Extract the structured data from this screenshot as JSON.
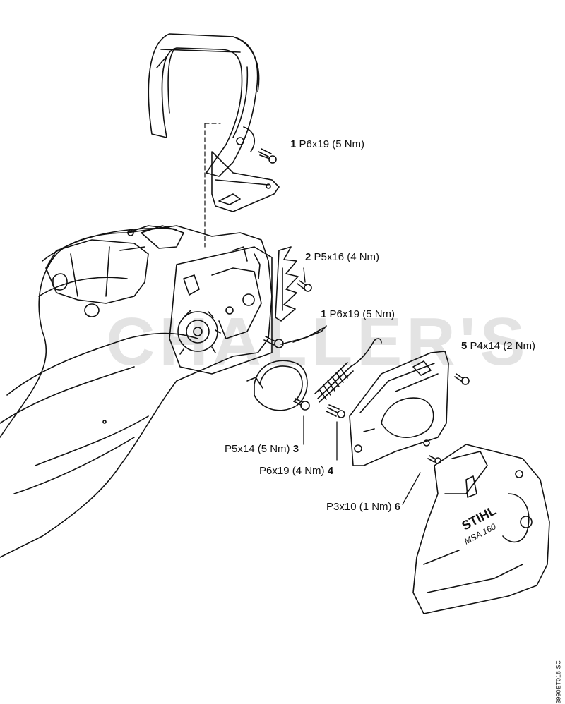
{
  "watermark": "CHALLER'S",
  "drawing_code": "3990ET018 SC",
  "callouts": [
    {
      "num": "1",
      "spec": "P6x19 (5 Nm)"
    },
    {
      "num": "2",
      "spec": "P5x16 (4 Nm)"
    },
    {
      "num": "1",
      "spec": "P6x19 (5 Nm)"
    },
    {
      "num": "5",
      "spec": "P4x14 (2 Nm)"
    },
    {
      "num": "3",
      "spec": "P5x14 (5 Nm)"
    },
    {
      "num": "4",
      "spec": "P6x19 (4 Nm)"
    },
    {
      "num": "6",
      "spec": "P3x10 (1 Nm)"
    }
  ],
  "brand_marks": {
    "logo": "STIHL",
    "model": "MSA 160"
  }
}
